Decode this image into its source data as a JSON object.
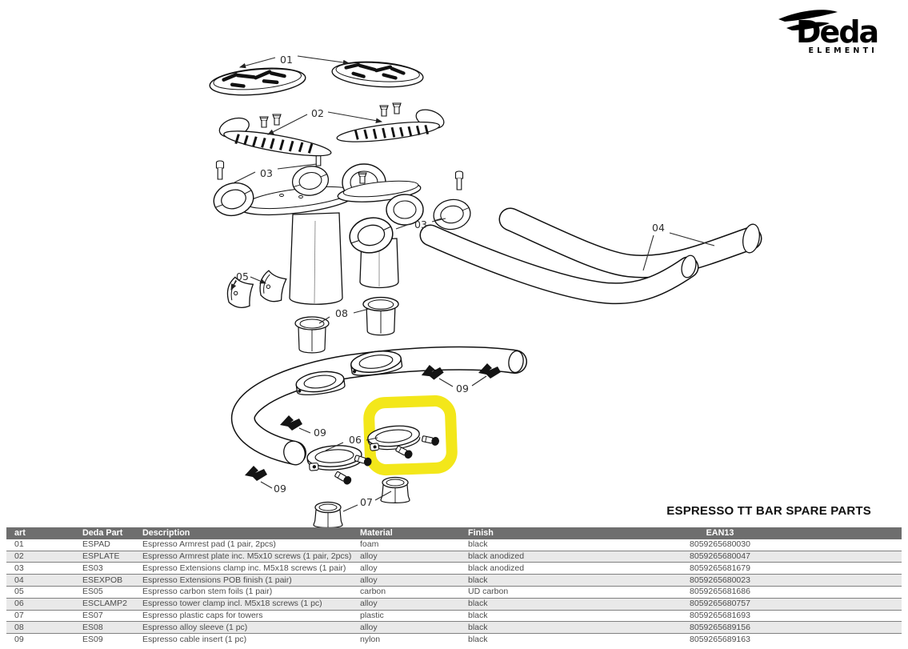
{
  "brand": {
    "name": "Deda",
    "sub": "ELEMENTI"
  },
  "title": "ESPRESSO TT BAR SPARE PARTS",
  "diagram": {
    "callouts": [
      "01",
      "02",
      "03",
      "03",
      "04",
      "05",
      "08",
      "06",
      "07",
      "09",
      "09",
      "09"
    ],
    "highlighted_part": "06"
  },
  "table": {
    "headers": [
      "art",
      "Deda Part",
      "Description",
      "Material",
      "Finish",
      "EAN13"
    ],
    "rows": [
      {
        "art": "01",
        "part": "ESPAD",
        "desc": "Espresso Armrest pad (1 pair, 2pcs)",
        "material": "foam",
        "finish": "black",
        "ean": "8059265680030"
      },
      {
        "art": "02",
        "part": "ESPLATE",
        "desc": "Espresso Armrest plate inc. M5x10 screws (1 pair, 2pcs)",
        "material": "alloy",
        "finish": "black anodized",
        "ean": "8059265680047"
      },
      {
        "art": "03",
        "part": "ES03",
        "desc": "Espresso Extensions clamp inc. M5x18 screws (1 pair)",
        "material": "alloy",
        "finish": "black anodized",
        "ean": "8059265681679"
      },
      {
        "art": "04",
        "part": "ESEXPOB",
        "desc": "Espresso Extensions POB finish (1 pair)",
        "material": "alloy",
        "finish": "black",
        "ean": "8059265680023"
      },
      {
        "art": "05",
        "part": "ES05",
        "desc": "Espresso carbon stem foils (1 pair)",
        "material": "carbon",
        "finish": "UD carbon",
        "ean": "8059265681686"
      },
      {
        "art": "06",
        "part": "ESCLAMP2",
        "desc": "Espresso tower clamp incl. M5x18 screws (1 pc)",
        "material": "alloy",
        "finish": "black",
        "ean": "8059265680757"
      },
      {
        "art": "07",
        "part": "ES07",
        "desc": "Espresso plastic caps for towers",
        "material": "plastic",
        "finish": "black",
        "ean": "8059265681693"
      },
      {
        "art": "08",
        "part": "ES08",
        "desc": "Espresso alloy sleeve (1 pc)",
        "material": "alloy",
        "finish": "black",
        "ean": "8059265689156"
      },
      {
        "art": "09",
        "part": "ES09",
        "desc": "Espresso cable insert (1 pc)",
        "material": "nylon",
        "finish": "black",
        "ean": "8059265689163"
      }
    ]
  },
  "colors": {
    "highlight": "#F3E71A",
    "header_bg": "#6e6e6e",
    "row_alt_bg": "#e9e9e9",
    "ink": "#1c1c1c"
  }
}
